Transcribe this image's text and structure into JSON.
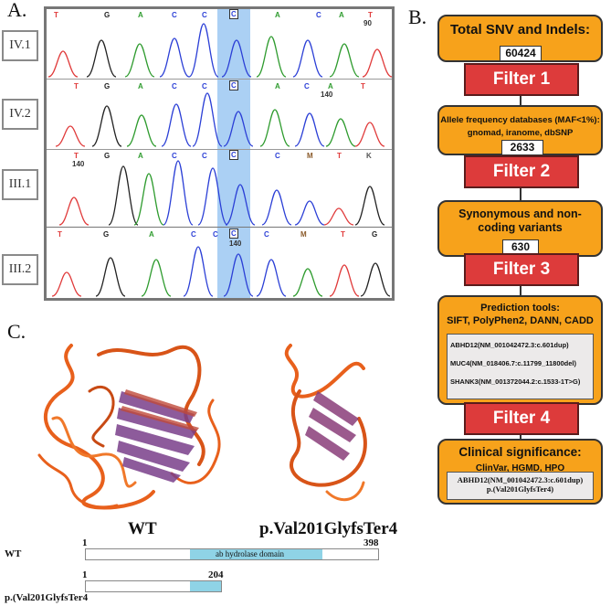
{
  "panels": {
    "a": "A.",
    "b": "B.",
    "c": "C."
  },
  "samples": [
    "IV.1",
    "IV.2",
    "III.1",
    "III.2"
  ],
  "traces": [
    {
      "bases": [
        "T",
        "G",
        "A",
        "C",
        "C",
        "C",
        "A",
        "C",
        "A",
        "T"
      ],
      "pos": "90"
    },
    {
      "bases": [
        "T",
        "G",
        "A",
        "C",
        "C",
        "C",
        "A",
        "C",
        "A",
        "T"
      ],
      "pos": "140"
    },
    {
      "bases": [
        "T",
        "G",
        "A",
        "C",
        "C",
        "C",
        "C",
        "M",
        "T",
        "K"
      ],
      "pos": "140"
    },
    {
      "bases": [
        "T",
        "G",
        "A",
        "C",
        "C",
        "C",
        "C",
        "M",
        "T",
        "G"
      ],
      "pos": "140"
    }
  ],
  "colors": {
    "A": "#2e9b2e",
    "C": "#2b3fd6",
    "G": "#222222",
    "T": "#e03a3a",
    "M": "#8a5a2a",
    "K": "#555555",
    "highlight": "#8fc0f0",
    "flow_box": "#f7a21b",
    "filter": "#dd3b3b",
    "domain": "#8fd3e6"
  },
  "flowchart": {
    "total_title": "Total SNV and Indels:",
    "total_count": "60424",
    "filter1": "Filter 1",
    "allele_title": "Allele frequency databases (MAF<1%):",
    "allele_sub": "gnomad, iranome, dbSNP",
    "allele_count": "2633",
    "filter2": "Filter 2",
    "syn_title": "Synonymous and non-coding variants",
    "syn_count": "630",
    "filter3": "Filter 3",
    "pred_title": "Prediction tools:",
    "pred_sub": "SIFT, PolyPhen2, DANN, CADD",
    "pred_variants": [
      "ABHD12(NM_001042472.3:c.601dup)",
      "MUC4(NM_018406.7:c.11799_11800del)",
      "SHANK3(NM_001372044.2:c.1533-1T>G)"
    ],
    "filter4": "Filter 4",
    "clin_title": "Clinical significance:",
    "clin_sub": "ClinVar, HGMD, HPO",
    "clin_variant_line1": "ABHD12(NM_001042472.3:c.601dup)",
    "clin_variant_line2": "p.(Val201GlyfsTer4)"
  },
  "structures": {
    "wt_label": "WT",
    "mut_label": "p.Val201GlyfsTer4"
  },
  "domains": {
    "wt_row_label": "WT",
    "wt_start": "1",
    "wt_end": "398",
    "wt_domain_label": "ab hydrolase domain",
    "mut_row_label": "p.(Val201GlyfsTer4",
    "mut_start": "1",
    "mut_end": "204"
  }
}
